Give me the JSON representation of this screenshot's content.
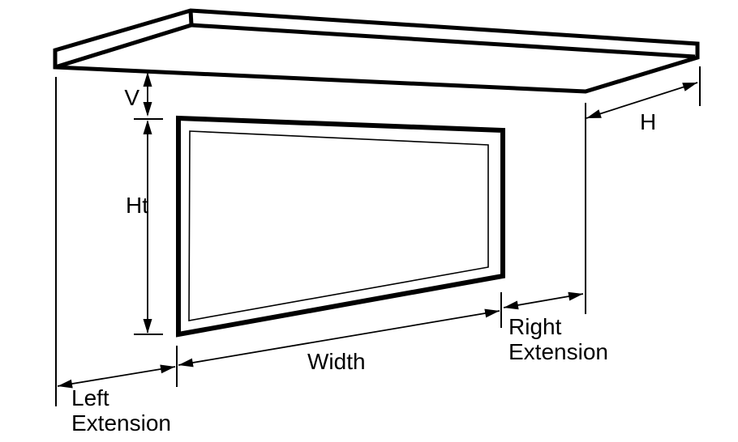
{
  "diagram": {
    "type": "awning-window-dimension-diagram",
    "colors": {
      "line": "#000000",
      "background": "#ffffff"
    },
    "labels": {
      "v": "V",
      "ht": "Ht",
      "h": "H",
      "width": "Width",
      "left_extension_line1": "Left",
      "left_extension_line2": "Extension",
      "right_extension_line1": "Right",
      "right_extension_line2": "Extension"
    }
  }
}
